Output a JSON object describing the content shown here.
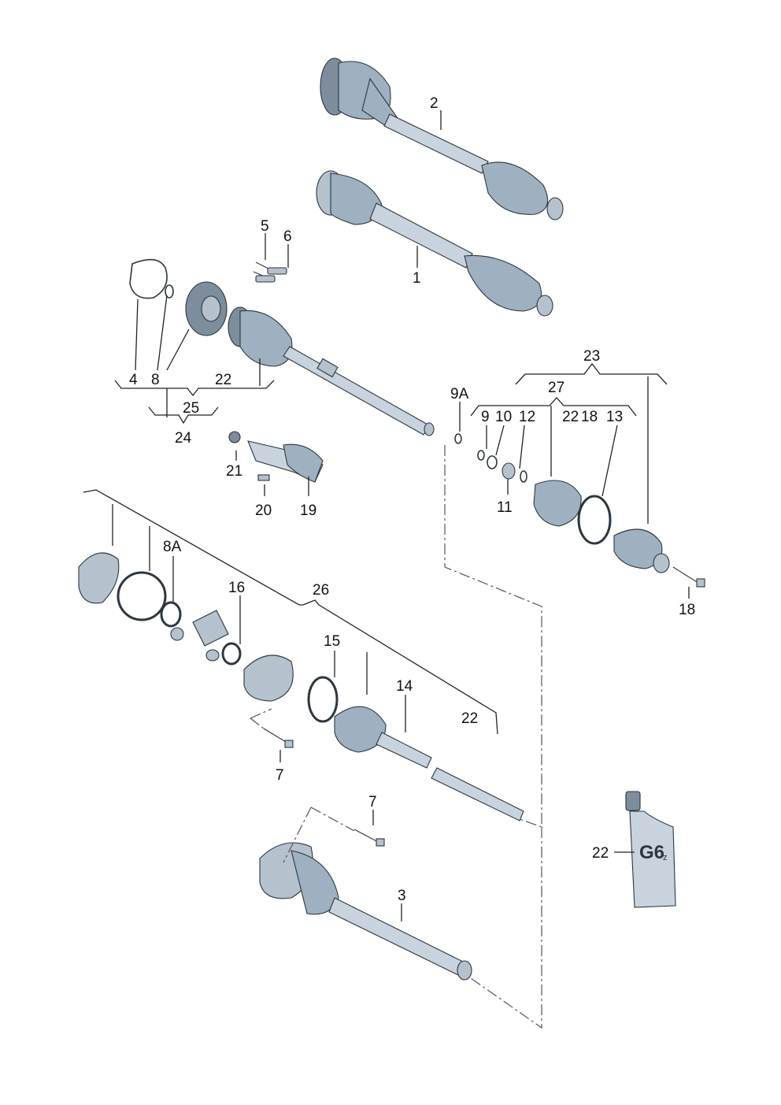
{
  "labels": {
    "l1": "1",
    "l2": "2",
    "l3": "3",
    "l4": "4",
    "l5": "5",
    "l6": "6",
    "l7a": "7",
    "l7b": "7",
    "l8": "8",
    "l8a": "8A",
    "l9": "9",
    "l9a": "9A",
    "l10": "10",
    "l11": "11",
    "l12": "12",
    "l13": "13",
    "l14": "14",
    "l15": "15",
    "l16": "16",
    "l18a": "18",
    "l18b": "18",
    "l19": "19",
    "l20": "20",
    "l21": "21",
    "l22a": "22",
    "l22b": "22",
    "l22c": "22",
    "l22d": "22",
    "l23": "23",
    "l24": "24",
    "l25": "25",
    "l26": "26",
    "l27": "27"
  },
  "tube_text": "G6",
  "tube_text_sub": "z"
}
